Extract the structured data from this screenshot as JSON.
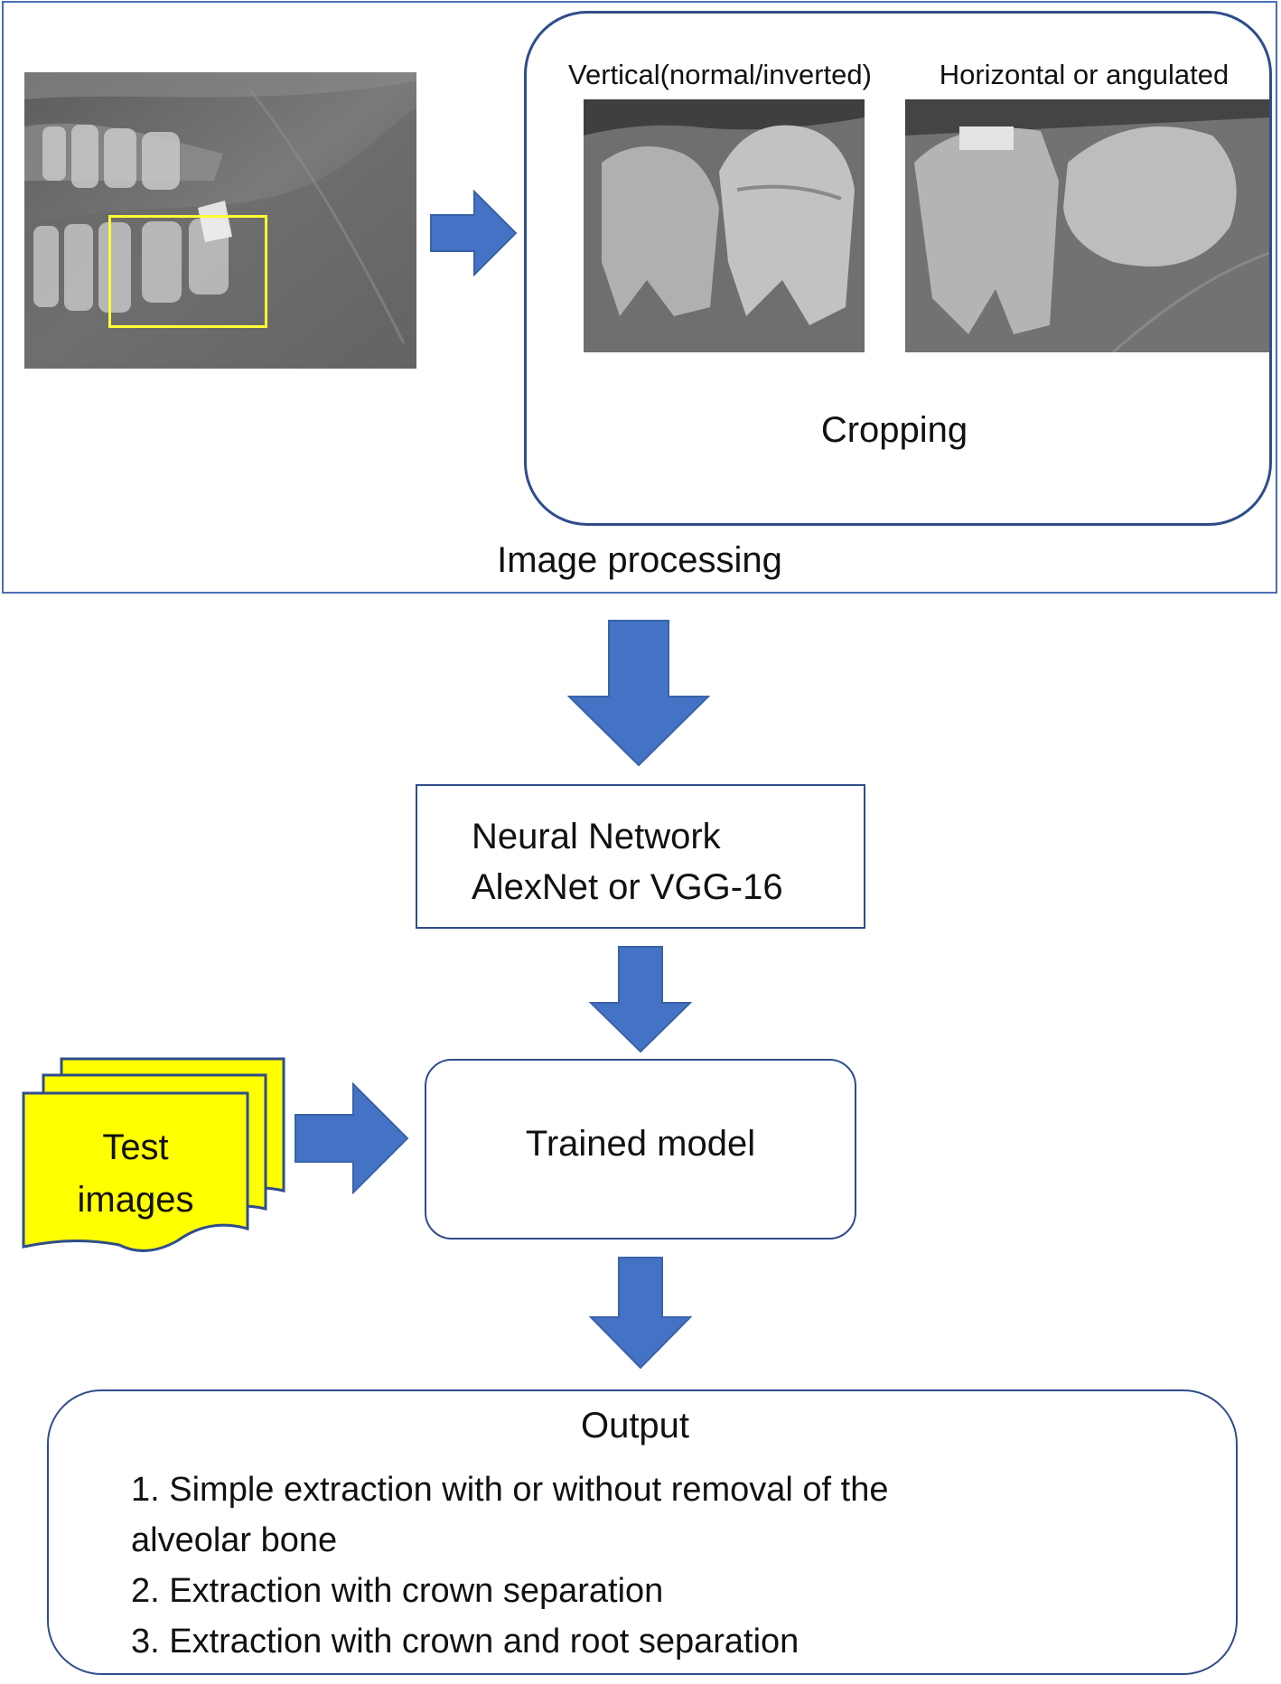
{
  "processing": {
    "caption": "Image processing",
    "panel_caption": "Cropping",
    "crop_labels": [
      "Vertical(normal/inverted)",
      "Horizontal or angulated"
    ]
  },
  "network": {
    "line1": "Neural Network",
    "line2": "AlexNet or VGG-16"
  },
  "test_images": {
    "line1": "Test",
    "line2": "images"
  },
  "model": {
    "label": "Trained model"
  },
  "output": {
    "title": "Output",
    "items": [
      "1. Simple extraction with or without removal of the",
      "alveolar bone",
      "2. Extraction with crown separation",
      "3. Extraction with crown and root separation"
    ]
  },
  "colors": {
    "arrow": "#4472c4",
    "frame": "#4a6fb3",
    "panel_border": "#2f4d8a",
    "crop_box": "#ffff33",
    "test_fill": "#ffff00"
  }
}
